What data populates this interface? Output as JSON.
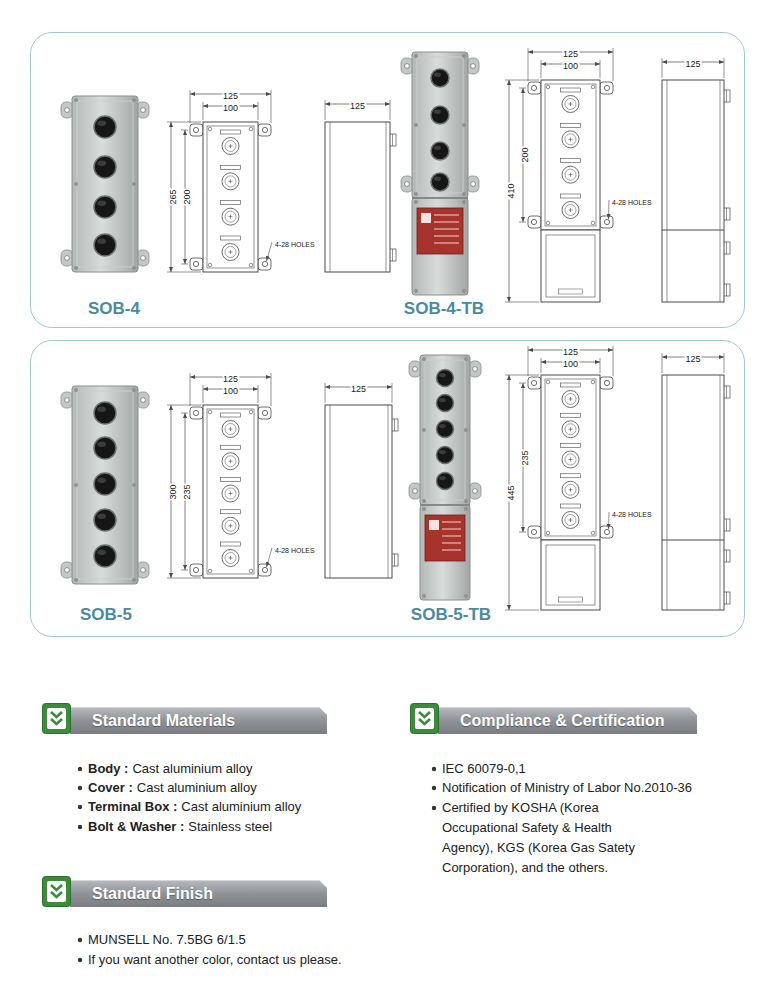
{
  "diagram": {
    "nodes": [
      {
        "text": [
          "SOB-4",
          "SOB-4-TB"
        ]
      },
      {
        "text": [
          "SOB-5",
          "SOB-5-TB"
        ]
      },
      {
        "text": [
          "Standard Materials"
        ]
      },
      {
        "text": [
          "Compliance & Certification"
        ]
      },
      {
        "text": [
          "Standard Finish"
        ]
      }
    ],
    "labels": [
      "125",
      "100",
      "265",
      "200",
      "4-28 HOLES",
      "125",
      "125",
      "100",
      "410",
      "200",
      "4-28 HOLES",
      "125",
      "125",
      "100",
      "300",
      "235",
      "4-28 HOLES",
      "125",
      "125",
      "100",
      "445",
      "235",
      "4-28 HOLES",
      "125",
      "Body :",
      "Cast aluminium alloy",
      "Cover :",
      "Cast aluminium alloy",
      "Terminal Box :",
      "Cast aluminium alloy",
      "Bolt & Washer :",
      "Stainless steel",
      "IEC 60079-0,1",
      "Notification of Ministry of Labor No.2010-36",
      "Certified by KOSHA (Korea Occupational Safety & Health Agency), KGS (Korea Gas Satety Corporation), and the others.",
      "MUNSELL No. 7.5BG 6/1.5",
      "If you want another color, contact us please."
    ]
  }
}
